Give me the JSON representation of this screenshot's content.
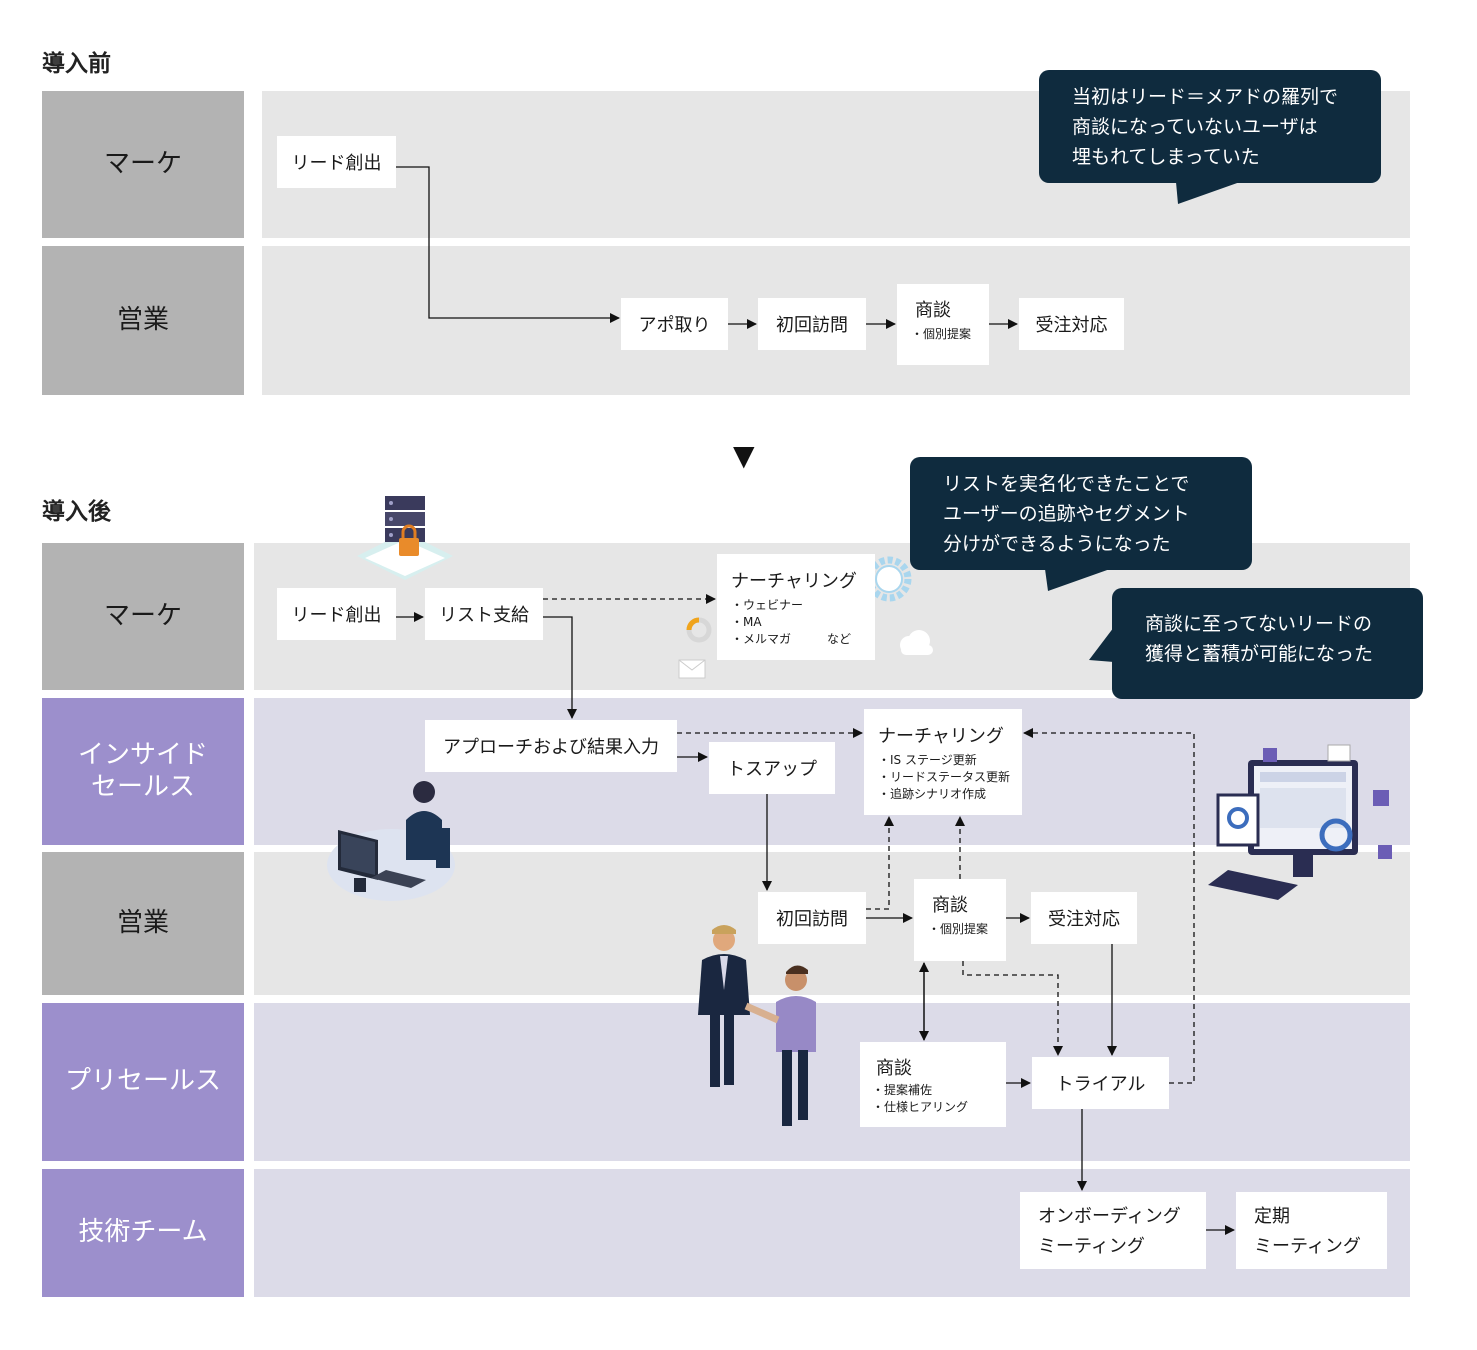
{
  "before": {
    "title": "導入前",
    "lanes": [
      "マーケ",
      "営業"
    ],
    "boxes": {
      "lead": "リード創出",
      "appo": "アポ取り",
      "visit": "初回訪問",
      "deal_title": "商談",
      "deal_sub": "・個別提案",
      "order": "受注対応"
    },
    "bubble": [
      "当初はリード＝メアドの羅列で",
      "商談になっていないユーザは",
      "埋もれてしまっていた"
    ]
  },
  "arrow_glyph": "▼",
  "after": {
    "title": "導入後",
    "lanes": [
      "マーケ",
      "インサイド\nセールス",
      "営業",
      "プリセールス",
      "技術チーム"
    ],
    "boxes": {
      "lead": "リード創出",
      "list": "リスト支給",
      "nurture1_title": "ナーチャリング",
      "nurture1_items": [
        "・ウェビナー",
        "・MA",
        "・メルマガ　　　など"
      ],
      "approach": "アプローチおよび結果入力",
      "tossup": "トスアップ",
      "nurture2_title": "ナーチャリング",
      "nurture2_items": [
        "・IS ステージ更新",
        "・リードステータス更新",
        "・追跡シナリオ作成"
      ],
      "visit": "初回訪問",
      "deal_title": "商談",
      "deal_sub": "・個別提案",
      "order": "受注対応",
      "presales_title": "商談",
      "presales_items": [
        "・提案補佐",
        "・仕様ヒアリング"
      ],
      "trial": "トライアル",
      "onboarding": [
        "オンボーディング",
        "ミーティング"
      ],
      "regular": [
        "定期",
        "ミーティング"
      ]
    },
    "bubble1": [
      "リストを実名化できたことで",
      "ユーザーの追跡やセグメント",
      "分けができるようになった"
    ],
    "bubble2": [
      "商談に至ってないリードの",
      "獲得と蓄積が可能になった"
    ]
  },
  "colors": {
    "gray_label": "#b3b3b3",
    "purple_label": "#9c8fcc",
    "gray_lane": "#e6e6e6",
    "lavender_lane": "#dcdbe8",
    "bubble": "#0f2b3e"
  }
}
